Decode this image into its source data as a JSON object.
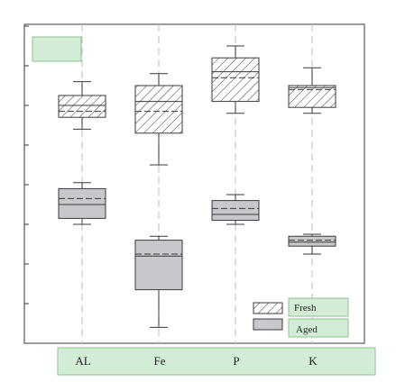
{
  "chart_data": {
    "type": "box",
    "categories": [
      "AL",
      "Fe",
      "P",
      "K"
    ],
    "ylim": [
      0,
      8
    ],
    "grid": false,
    "legend_position": "bottom-right",
    "series": [
      {
        "name": "Fresh",
        "boxes": [
          {
            "min": 5.4,
            "q1": 5.7,
            "median": 6.0,
            "mean": 5.85,
            "q3": 6.25,
            "max": 6.6
          },
          {
            "min": 4.5,
            "q1": 5.3,
            "median": 6.1,
            "mean": 5.85,
            "q3": 6.5,
            "max": 6.8
          },
          {
            "min": 5.8,
            "q1": 6.1,
            "median": 6.85,
            "mean": 6.7,
            "q3": 7.2,
            "max": 7.5
          },
          {
            "min": 5.8,
            "q1": 5.95,
            "median": 6.45,
            "mean": 6.4,
            "q3": 6.5,
            "max": 6.95
          }
        ]
      },
      {
        "name": "Aged",
        "boxes": [
          {
            "min": 3.0,
            "q1": 3.15,
            "median": 3.5,
            "mean": 3.65,
            "q3": 3.9,
            "max": 4.05
          },
          {
            "min": 0.4,
            "q1": 1.35,
            "median": 2.2,
            "mean": 2.25,
            "q3": 2.6,
            "max": 2.7
          },
          {
            "min": 3.0,
            "q1": 3.1,
            "median": 3.25,
            "mean": 3.4,
            "q3": 3.6,
            "max": 3.75
          },
          {
            "min": 2.25,
            "q1": 2.45,
            "median": 2.55,
            "mean": 2.6,
            "q3": 2.7,
            "max": 2.75
          }
        ]
      }
    ]
  }
}
